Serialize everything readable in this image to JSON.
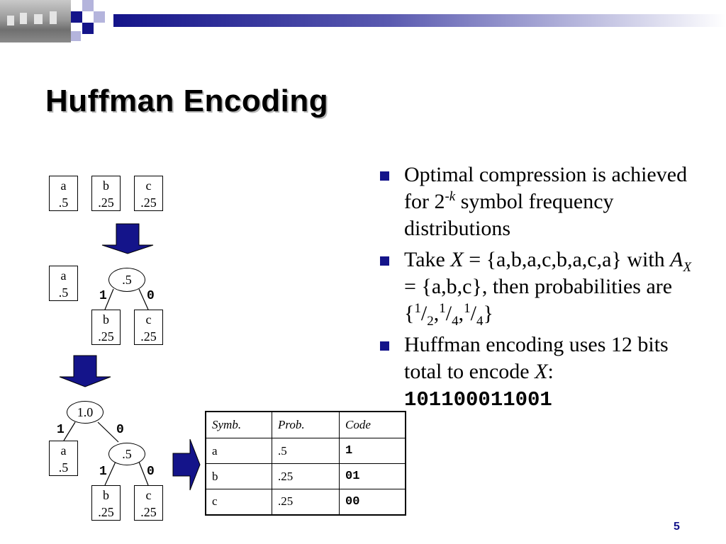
{
  "slide": {
    "title": "Huffman Encoding",
    "page_number": "5"
  },
  "diagram": {
    "step1": {
      "a": {
        "sym": "a",
        "prob": ".5"
      },
      "b": {
        "sym": "b",
        "prob": ".25"
      },
      "c": {
        "sym": "c",
        "prob": ".25"
      }
    },
    "step2": {
      "a": {
        "sym": "a",
        "prob": ".5"
      },
      "root": ".5",
      "edge_left": "1",
      "edge_right": "0",
      "b": {
        "sym": "b",
        "prob": ".25"
      },
      "c": {
        "sym": "c",
        "prob": ".25"
      }
    },
    "step3": {
      "root": "1.0",
      "edge_left": "1",
      "edge_right": "0",
      "a": {
        "sym": "a",
        "prob": ".5"
      },
      "inner": ".5",
      "inner_edge_left": "1",
      "inner_edge_right": "0",
      "b": {
        "sym": "b",
        "prob": ".25"
      },
      "c": {
        "sym": "c",
        "prob": ".25"
      }
    },
    "arrow_color": "#14148a"
  },
  "table": {
    "headers": [
      "Symb.",
      "Prob.",
      "Code"
    ],
    "rows": [
      [
        "a",
        ".5",
        "1"
      ],
      [
        "b",
        ".25",
        "01"
      ],
      [
        "c",
        ".25",
        "00"
      ]
    ]
  },
  "bullets": {
    "b1": {
      "pre": "Optimal compression is achieved for 2",
      "exp": "-k",
      "post": " symbol frequency distributions"
    },
    "b2": {
      "take": "Take ",
      "x": "X",
      "set1": " = {a,b,a,c,b,a,c,a} with ",
      "ax": "A",
      "ax_sub": "X",
      "set2": " = {a,b,c}, then probabilities are",
      "brace_open": "{",
      "n1": "1",
      "d1": "2",
      "n2": "1",
      "d2": "4",
      "n3": "1",
      "d3": "4",
      "brace_close": "}"
    },
    "b3": {
      "pre": "Huffman encoding uses 12 bits total to encode ",
      "x": "X",
      "colon": ":",
      "bits": "101100011001"
    }
  },
  "colors": {
    "accent": "#14148a",
    "accent_light": "#b4b4dc"
  }
}
